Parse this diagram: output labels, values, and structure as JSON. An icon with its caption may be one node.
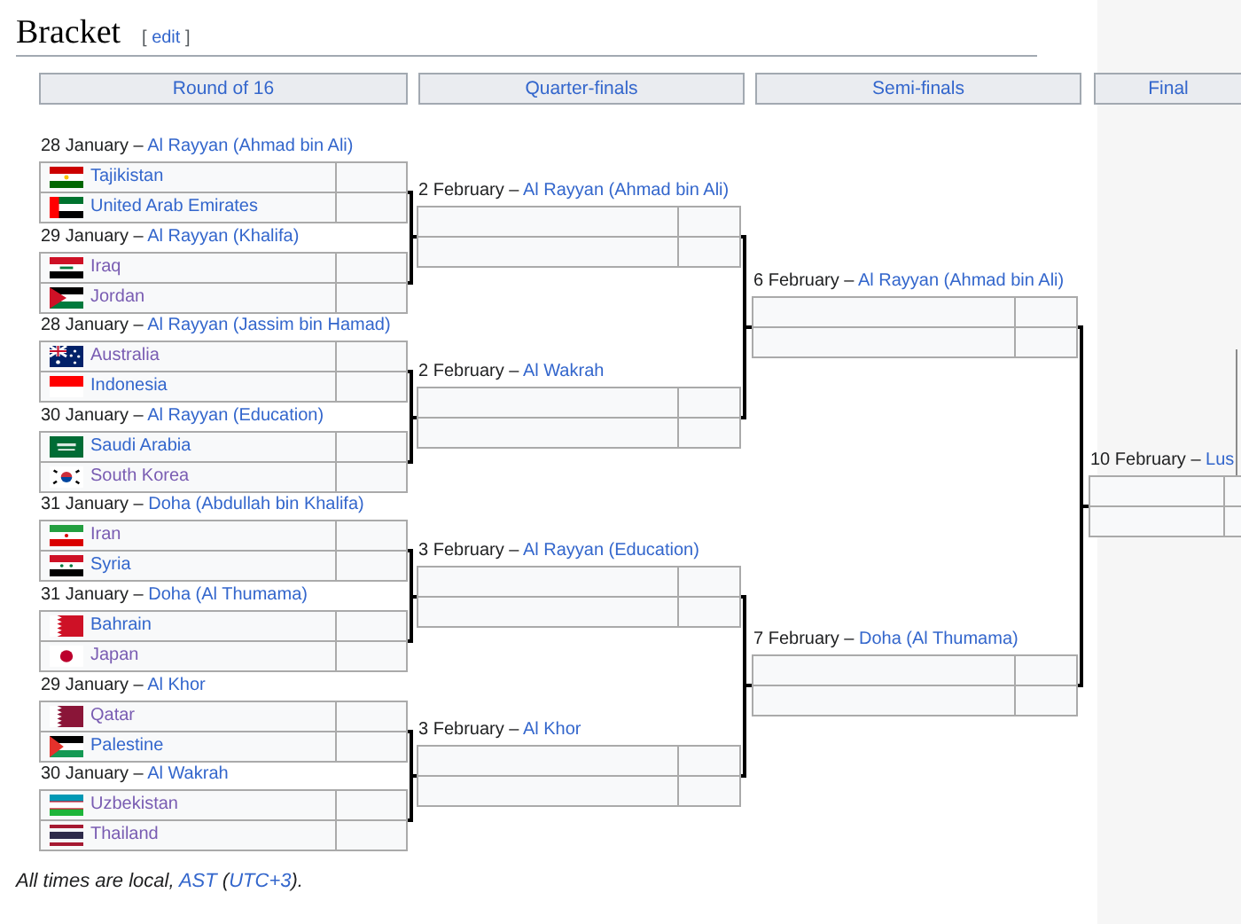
{
  "diagram": {
    "title": "Bracket",
    "nodes": [
      {
        "text": [
          "Round of 16"
        ]
      },
      {
        "text": [
          "Quarter-finals"
        ]
      },
      {
        "text": [
          "Semi-finals"
        ]
      },
      {
        "text": [
          "Final"
        ]
      },
      {
        "text": [
          "28 January –",
          "Al Rayyan (Ahmad bin Ali)"
        ]
      },
      {
        "text": [
          "Tajikistan"
        ],
        "in": 4
      },
      {
        "text": [
          "United Arab Emirates"
        ],
        "in": 4
      },
      {
        "text": [
          "29 January –",
          "Al Rayyan (Khalifa)"
        ]
      },
      {
        "text": [
          "Iraq"
        ],
        "in": 7
      },
      {
        "text": [
          "Jordan"
        ],
        "in": 7
      },
      {
        "text": [
          "28 January –",
          "Al Rayyan (Jassim bin Hamad)"
        ]
      },
      {
        "text": [
          "Australia"
        ],
        "in": 10
      },
      {
        "text": [
          "Indonesia"
        ],
        "in": 10
      },
      {
        "text": [
          "30 January –",
          "Al Rayyan (Education)"
        ]
      },
      {
        "text": [
          "Saudi Arabia"
        ],
        "in": 13
      },
      {
        "text": [
          "South Korea"
        ],
        "in": 13
      },
      {
        "text": [
          "31 January –",
          "Doha (Abdullah bin Khalifa)"
        ]
      },
      {
        "text": [
          "Iran"
        ],
        "in": 16
      },
      {
        "text": [
          "Syria"
        ],
        "in": 16
      },
      {
        "text": [
          "31 January –",
          "Doha (Al Thumama)"
        ]
      },
      {
        "text": [
          "Bahrain"
        ],
        "in": 19
      },
      {
        "text": [
          "Japan"
        ],
        "in": 19
      },
      {
        "text": [
          "29 January –",
          "Al Khor"
        ]
      },
      {
        "text": [
          "Qatar"
        ],
        "in": 22
      },
      {
        "text": [
          "Palestine"
        ],
        "in": 22
      },
      {
        "text": [
          "30 January –",
          "Al Wakrah"
        ]
      },
      {
        "text": [
          "Uzbekistan"
        ],
        "in": 25
      },
      {
        "text": [
          "Thailand"
        ],
        "in": 25
      },
      {
        "text": [
          "2 February –",
          "Al Rayyan (Ahmad bin Ali)"
        ]
      },
      {
        "text": [],
        "shape": "box",
        "in": 28
      },
      {
        "text": [],
        "shape": "box",
        "in": 28
      },
      {
        "text": [
          "2 February –",
          "Al Wakrah"
        ]
      },
      {
        "text": [],
        "shape": "box",
        "in": 31
      },
      {
        "text": [],
        "shape": "box",
        "in": 31
      },
      {
        "text": [
          "3 February –",
          "Al Rayyan (Education)"
        ]
      },
      {
        "text": [],
        "shape": "box",
        "in": 34
      },
      {
        "text": [],
        "shape": "box",
        "in": 34
      },
      {
        "text": [
          "3 February –",
          "Al Khor"
        ]
      },
      {
        "text": [],
        "shape": "box",
        "in": 37
      },
      {
        "text": [],
        "shape": "box",
        "in": 37
      },
      {
        "text": [
          "6 February –",
          "Al Rayyan (Ahmad bin Ali)"
        ]
      },
      {
        "text": [],
        "shape": "box",
        "in": 40
      },
      {
        "text": [],
        "shape": "box",
        "in": 40
      },
      {
        "text": [
          "7 February –",
          "Doha (Al Thumama)"
        ]
      },
      {
        "text": [],
        "shape": "box",
        "in": 43
      },
      {
        "text": [],
        "shape": "box",
        "in": 43
      },
      {
        "text": [
          "10 February –",
          "Lus"
        ]
      },
      {
        "text": [],
        "shape": "box",
        "in": 46
      },
      {
        "text": [],
        "shape": "box",
        "in": 46
      }
    ],
    "edges": [
      {
        "from": 4,
        "to": 28,
        "arrow": "none"
      },
      {
        "from": 7,
        "to": 28,
        "arrow": "none"
      },
      {
        "from": 10,
        "to": 31,
        "arrow": "none"
      },
      {
        "from": 13,
        "to": 31,
        "arrow": "none"
      },
      {
        "from": 16,
        "to": 34,
        "arrow": "none"
      },
      {
        "from": 19,
        "to": 34,
        "arrow": "none"
      },
      {
        "from": 22,
        "to": 37,
        "arrow": "none"
      },
      {
        "from": 25,
        "to": 37,
        "arrow": "none"
      },
      {
        "from": 28,
        "to": 40,
        "arrow": "none"
      },
      {
        "from": 31,
        "to": 40,
        "arrow": "none"
      },
      {
        "from": 34,
        "to": 43,
        "arrow": "none"
      },
      {
        "from": 37,
        "to": 43,
        "arrow": "none"
      },
      {
        "from": 40,
        "to": 46,
        "arrow": "none"
      },
      {
        "from": 43,
        "to": 46,
        "arrow": "none"
      }
    ],
    "labels": [
      "[ edit ]",
      "All times are local, AST (UTC+3)."
    ]
  }
}
